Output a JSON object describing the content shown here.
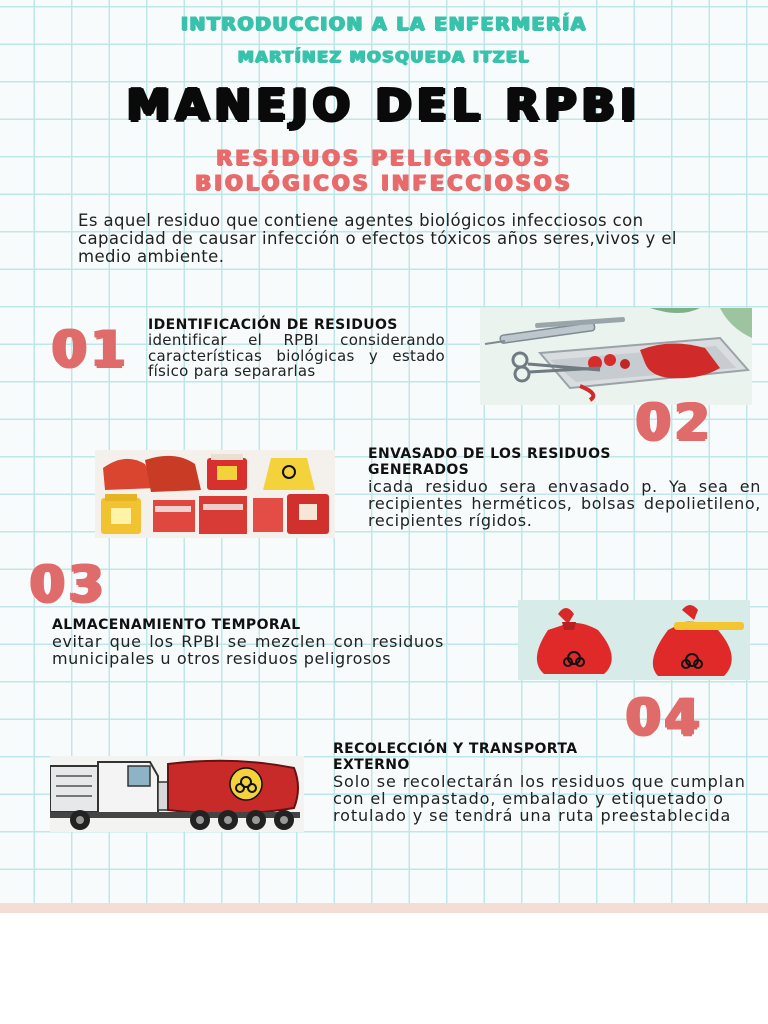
{
  "header": {
    "course": "INTRODUCCION A LA ENFERMERÍA",
    "author": "MARTÍNEZ MOSQUEDA ITZEL",
    "title": "MANEJO DEL RPBI",
    "subtitle_line1": "RESIDUOS PELIGROSOS",
    "subtitle_line2": "BIOLÓGICOS INFECCIOSOS"
  },
  "intro": "Es aquel residuo que contiene agentes biológicos infecciosos con capacidad de causar infección o efectos tóxicos años seres,vivos y el medio ambiente.",
  "sections": [
    {
      "number": "01",
      "title": "IDENTIFICACIÓN DE RESIDUOS",
      "body": "identificar el RPBI considerando características biológicas y estado físico para separarlas"
    },
    {
      "number": "02",
      "title": "ENVASADO DE LOS RESIDUOS GENERADOS",
      "body": "icada residuo sera envasado p. Ya sea en recipientes herméticos, bolsas depolietileno, recipientes rígidos."
    },
    {
      "number": "03",
      "title": "ALMACENAMIENTO TEMPORAL",
      "body": "evitar que los RPBI se mezclen con residuos municipales u otros residuos peligrosos"
    },
    {
      "number": "04",
      "title": "RECOLECCIÓN Y TRANSPORTA EXTERNO",
      "body": "Solo se recolectarán los residuos que cumplan con el empastado, embalado y etiquetado o rotulado y se tendrá una ruta preestablecida"
    }
  ],
  "colors": {
    "header_teal": "#38c2ac",
    "number_red": "#e06b6b",
    "subtitle_red": "#e86a6a",
    "grid_line": "#bfe7ea"
  },
  "images": [
    "surgical-tray-image",
    "waste-containers-image",
    "biohazard-bags-image",
    "biohazard-truck-image"
  ]
}
